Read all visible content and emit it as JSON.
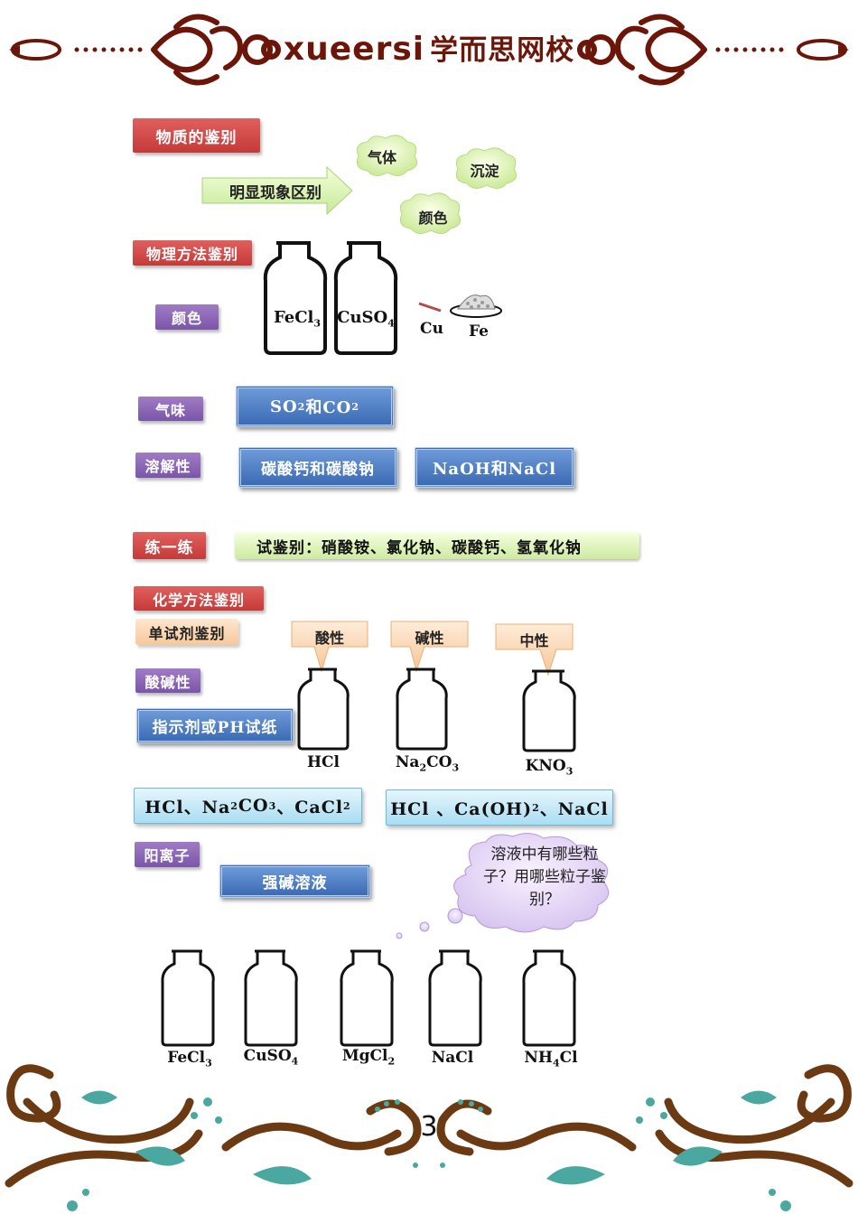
{
  "header": {
    "brand": "xueersi",
    "brand_cn": "学而思网校"
  },
  "section_substance_id": "物质的鉴别",
  "arrow_label": "明显现象区别",
  "clouds": {
    "gas": "气体",
    "precipitate": "沉淀",
    "color": "颜色"
  },
  "physical": {
    "title": "物理方法鉴别",
    "color_label": "颜色",
    "bottle1": {
      "base": "FeCl",
      "sub": "3"
    },
    "bottle2": {
      "base": "CuSO",
      "sub": "4"
    },
    "cu": "Cu",
    "fe": "Fe",
    "smell_label": "气味",
    "smell_box": {
      "a": "SO",
      "a_sub": "2",
      "mid": "和CO",
      "b_sub": "2"
    },
    "solubility_label": "溶解性",
    "solubility_box1": "碳酸钙和碳酸钠",
    "solubility_box2": "NaOH和NaCl"
  },
  "practice": {
    "label": "练一练",
    "text": "试鉴别：硝酸铵、氯化钠、碳酸钙、氢氧化钠"
  },
  "chemical": {
    "title": "化学方法鉴别",
    "single_reagent": "单试剂鉴别",
    "acid_base": "酸碱性",
    "indicator": "指示剂或PH试纸",
    "callouts": {
      "acid": "酸性",
      "base": "碱性",
      "neutral": "中性"
    },
    "bottles": {
      "hcl": "HCl",
      "na2co3": {
        "a": "Na",
        "a_sub": "2",
        "b": "CO",
        "b_sub": "3"
      },
      "kno3": {
        "a": "KNO",
        "a_sub": "3"
      }
    },
    "box1": {
      "p1": "HCl、Na",
      "s1": "2",
      "p2": "CO",
      "s2": "3",
      "p3": "、CaCl",
      "s3": "2"
    },
    "box2": {
      "p1": "HCl 、Ca(OH)",
      "s1": "2",
      "p2": "、NaCl"
    },
    "cation": "阳离子",
    "strong_base": "强碱溶液",
    "thought": "溶液中有哪些粒子？用哪些粒子鉴别？",
    "bottom_bottles": [
      {
        "base": "FeCl",
        "sub": "3"
      },
      {
        "base": "CuSO",
        "sub": "4"
      },
      {
        "base": "MgCl",
        "sub": "2"
      },
      {
        "base": "NaCl",
        "sub": ""
      },
      {
        "base": "NH",
        "sub": "4",
        "tail": "Cl"
      }
    ]
  },
  "page_number": "3",
  "colors": {
    "red_label": "#c53a38",
    "purple_label": "#7b55a8",
    "blue_box": "#3b6bb5",
    "brown": "#6b3a12",
    "teal": "#4aa8a0"
  }
}
